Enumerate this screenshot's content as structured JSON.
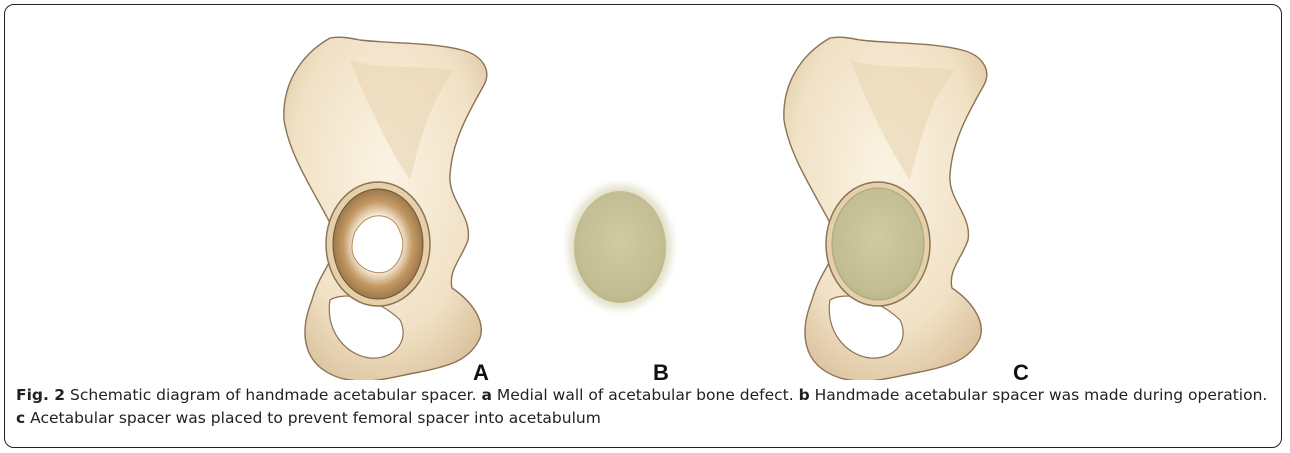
{
  "figure": {
    "panels": [
      {
        "label": "A"
      },
      {
        "label": "B"
      },
      {
        "label": "C"
      }
    ],
    "caption": {
      "prefix": "Fig. 2",
      "text": " Schematic diagram of handmade acetabular spacer. ",
      "parts": [
        {
          "letter": "a",
          "text": " Medial wall of acetabular bone defect. "
        },
        {
          "letter": "b",
          "text": " Handmade acetabular spacer was made during operation. "
        },
        {
          "letter": "c",
          "text": " Acetabular spacer was placed to prevent femoral spacer into acetabulum"
        }
      ]
    },
    "colors": {
      "bone": "#f3e6cf",
      "bone_shadow": "#d9c19d",
      "bone_outline": "#8b7355",
      "spacer": "#c8c49a",
      "defect": "#b58a55"
    }
  }
}
